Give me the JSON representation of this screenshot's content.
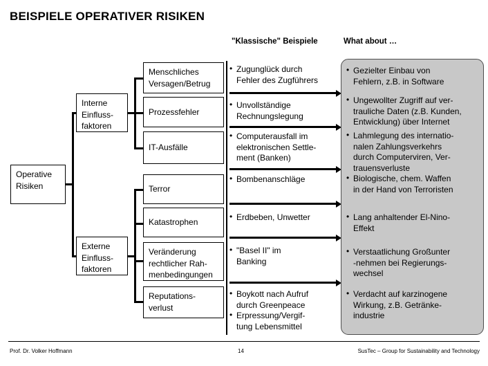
{
  "slide": {
    "title": "BEISPIELE OPERATIVER RISIKEN",
    "columns": {
      "classic_header": "\"Klassische\" Beispiele",
      "whatabout_header": "What about …"
    },
    "colors": {
      "panel_fill": "#c8c8c8",
      "panel_border": "#4d4d4d",
      "line": "#000000",
      "background": "#ffffff"
    }
  },
  "tree": {
    "root": {
      "label": "Operative\nRisiken",
      "line1": "Operative",
      "line2": "Risiken"
    },
    "branches": [
      {
        "label": "Interne\nEinfluss-\nfaktoren",
        "line1": "Interne",
        "line2": "Einfluss-",
        "line3": "faktoren"
      },
      {
        "label": "Externe\nEinfluss-\nfaktoren",
        "line1": "Externe",
        "line2": "Einfluss-",
        "line3": "faktoren"
      }
    ],
    "leaves": [
      {
        "line1": "Menschliches",
        "line2": "Versagen/Betrug"
      },
      {
        "line1": "Prozessfehler",
        "line2": ""
      },
      {
        "line1": "IT-Ausfälle",
        "line2": ""
      },
      {
        "line1": "Terror",
        "line2": ""
      },
      {
        "line1": "Katastrophen",
        "line2": ""
      },
      {
        "line1": "Veränderung",
        "line2": "rechtlicher Rah-",
        "line3": "menbedingungen"
      },
      {
        "line1": "Reputations-",
        "line2": "verlust"
      }
    ]
  },
  "classic_examples": [
    {
      "lines": [
        "Zugunglück durch",
        "Fehler des Zugführers"
      ]
    },
    {
      "lines": [
        "Unvollständige",
        "Rechnungslegung"
      ]
    },
    {
      "lines": [
        "Computerausfall im",
        "elektronischen Settle-",
        "ment (Banken)"
      ]
    },
    {
      "lines": [
        "Bombenanschläge"
      ]
    },
    {
      "lines": [
        "Erdbeben, Unwetter"
      ]
    },
    {
      "lines": [
        "\"Basel II\" im",
        "Banking"
      ]
    },
    {
      "lines": [
        "Boykott nach Aufruf",
        "durch Greenpeace"
      ]
    },
    {
      "lines": [
        "Erpressung/Vergif-",
        "tung Lebensmittel"
      ]
    }
  ],
  "what_about": [
    {
      "lines": [
        "Gezielter Einbau von",
        "Fehlern, z.B. in Software"
      ]
    },
    {
      "lines": [
        "Ungewollter Zugriff auf ver-",
        "trauliche Daten (z.B. Kunden,",
        "Entwicklung) über Internet"
      ]
    },
    {
      "lines": [
        "Lahmlegung des internatio-",
        "nalen Zahlungsverkehrs",
        "durch Computerviren, Ver-",
        "trauensverluste"
      ]
    },
    {
      "lines": [
        "Biologische, chem. Waffen",
        "in der Hand von Terroristen"
      ]
    },
    {
      "lines": [
        "Lang anhaltender El-Nino-",
        "Effekt"
      ]
    },
    {
      "lines": [
        "Verstaatlichung Großunter",
        "-nehmen bei Regierungs-",
        "wechsel"
      ]
    },
    {
      "lines": [
        "Verdacht auf karzinogene",
        "Wirkung, z.B. Getränke-",
        "industrie"
      ]
    }
  ],
  "footer": {
    "author": "Prof. Dr. Volker Hoffmann",
    "page": "14",
    "organisation": "SusTec – Group for Sustainability and Technology"
  }
}
